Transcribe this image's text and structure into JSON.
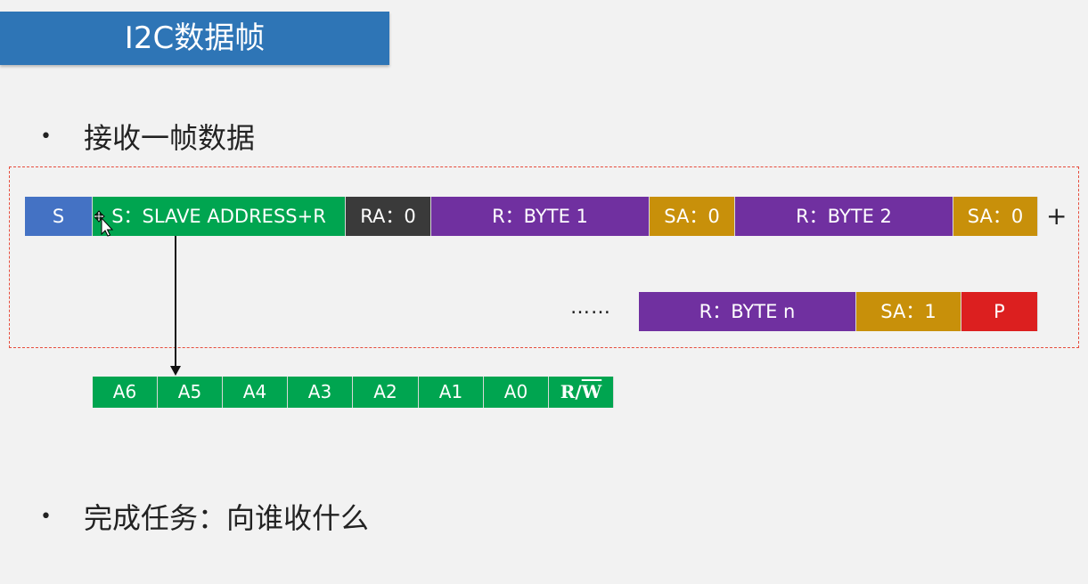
{
  "title": "I2C数据帧",
  "bullet1": "接收一帧数据",
  "bullet2": "完成任务：向谁收什么",
  "bullet_char": "•",
  "colors": {
    "blue": "#4472c4",
    "green": "#00a550",
    "dark": "#3a3a3a",
    "purple": "#7030a0",
    "gold": "#c8900a",
    "red": "#dc1f1f"
  },
  "frame": {
    "row1": {
      "start": "S",
      "address": "S：SLAVE ADDRESS+R",
      "master_ack": "RA：0",
      "byte1": "R：BYTE 1",
      "ack1": "SA：0",
      "byte2": "R：BYTE 2",
      "ack2": "SA：0",
      "continue": "+"
    },
    "row2": {
      "ellipsis": "……",
      "byte_n": "R：BYTE n",
      "nack": "SA：1",
      "stop": "P"
    },
    "address_bits": [
      "A6",
      "A5",
      "A4",
      "A3",
      "A2",
      "A1",
      "A0"
    ],
    "rw_bit": {
      "r": "R/",
      "w": "W"
    }
  }
}
